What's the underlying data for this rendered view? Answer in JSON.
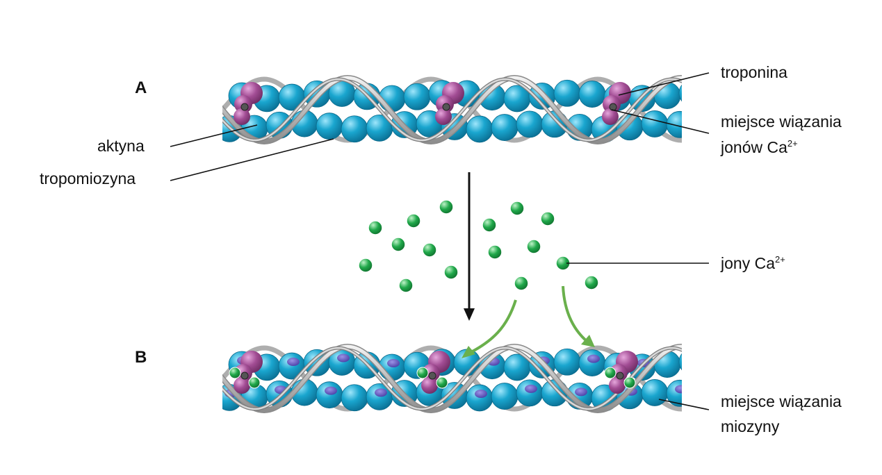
{
  "panels": {
    "a_label": "A",
    "b_label": "B"
  },
  "labels": {
    "troponina": "troponina",
    "ca_site_line1": "miejsce wiązania",
    "ca_site_line2_prefix": "jonów Ca",
    "ca_site_line2_sup": "2+",
    "aktyna": "aktyna",
    "tropomiozyna": "tropomiozyna",
    "jony_prefix": "jony Ca",
    "jony_sup": "2+",
    "myosin_site_line1": "miejsce wiązania",
    "myosin_site_line2": "miozyny"
  },
  "colors": {
    "actin": "#1aa6cf",
    "actin_dark": "#0a6f93",
    "binding_site": "#6a5ec4",
    "troponin": "#a24d94",
    "troponin_light": "#d285c6",
    "tropomyosin": "#c9c9c9",
    "calcium": "#20a84a",
    "arrow_green": "#6ab04c",
    "line": "#111111"
  }
}
